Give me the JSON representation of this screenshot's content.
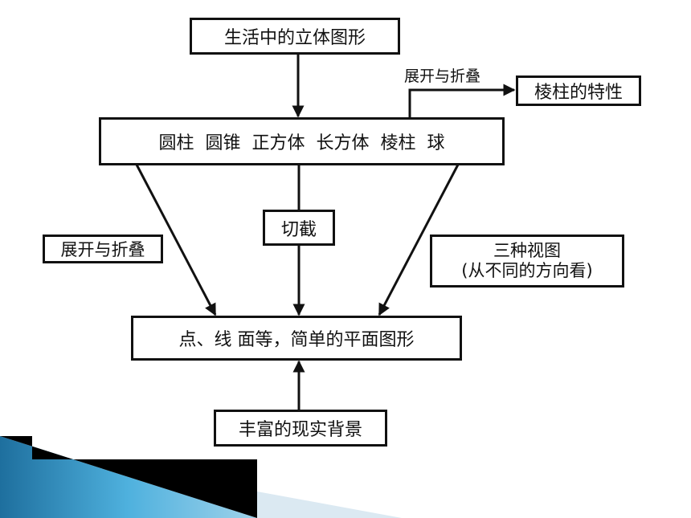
{
  "diagram": {
    "top_box": "生活中的立体图形",
    "solids_box": "圆柱  圆锥  正方体  长方体  棱柱  球",
    "prism_box": "棱柱的特性",
    "prism_arrow_label": "展开与折叠",
    "left_arrow_label": "展开与折叠",
    "cut_box": "切截",
    "views_box_line1": "三种视图",
    "views_box_line2": "(从不同的方向看)",
    "plane_box": "点、线 面等，简单的平面图形",
    "background_box": "丰富的现实背景"
  },
  "colors": {
    "line": "#111111",
    "decor_dark": "#000000",
    "decor_blue": "#3a9fd0",
    "decor_light": "#dbe9f2"
  }
}
